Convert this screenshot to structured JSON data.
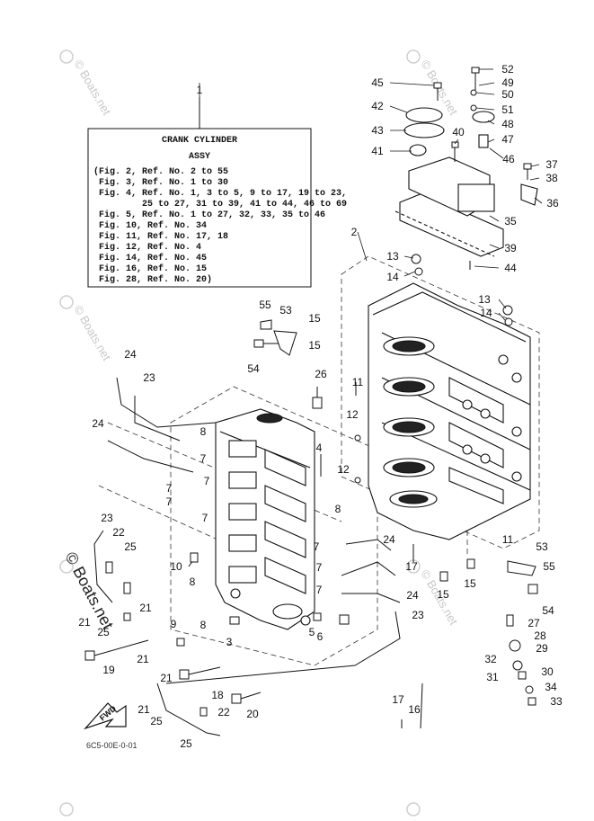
{
  "title_box": {
    "lines": [
      "CRANK CYLINDER",
      "ASSY",
      "(Fig. 2, Ref. No. 2 to 55",
      " Fig. 3, Ref. No. 1 to 30",
      " Fig. 4, Ref. No. 1, 3 to 5, 9 to 17, 19 to 23,",
      "         25 to 27, 31 to 39, 41 to 44, 46 to 69",
      " Fig. 5, Ref. No. 1 to 27, 32, 33, 35 to 46",
      " Fig. 10, Ref. No. 34",
      " Fig. 11, Ref. No. 17, 18",
      " Fig. 12, Ref. No. 4",
      " Fig. 14, Ref. No. 45",
      " Fig. 16, Ref. No. 15",
      " Fig. 28, Ref. No. 20)"
    ]
  },
  "labels": [
    "1",
    "2",
    "3",
    "4",
    "5",
    "6",
    "7",
    "8",
    "9",
    "10",
    "11",
    "12",
    "13",
    "14",
    "15",
    "16",
    "17",
    "18",
    "19",
    "20",
    "21",
    "22",
    "23",
    "24",
    "25",
    "26",
    "27",
    "28",
    "29",
    "30",
    "31",
    "32",
    "33",
    "34",
    "35",
    "36",
    "37",
    "38",
    "39",
    "40",
    "41",
    "42",
    "43",
    "44",
    "45",
    "46",
    "47",
    "48",
    "49",
    "50",
    "51",
    "52",
    "53",
    "54",
    "55"
  ],
  "fwd_label": "FWD",
  "drawing_code": "6C5-00E-0-01",
  "watermark": "© Boats.net"
}
